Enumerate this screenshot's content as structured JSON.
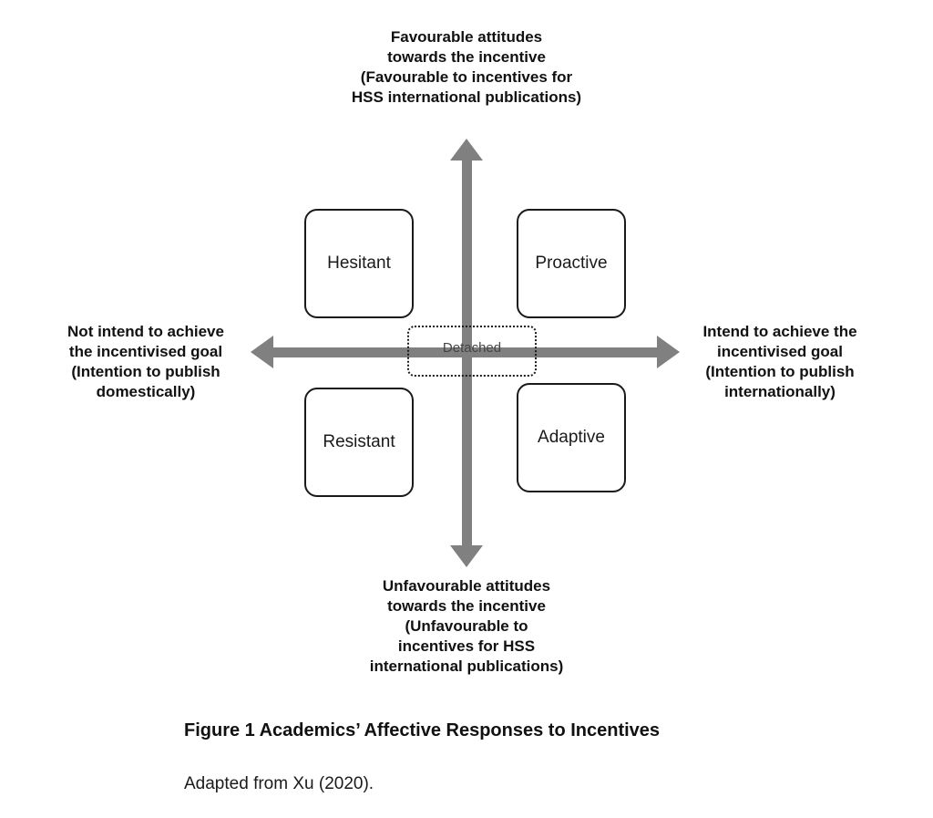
{
  "diagram": {
    "top_label": "Favourable attitudes\ntowards the incentive\n(Favourable to incentives for\nHSS international publications)",
    "bottom_label": "Unfavourable attitudes\ntowards the incentive\n(Unfavourable to\nincentives for HSS\ninternational publications)",
    "left_label": "Not intend to achieve\nthe incentivised goal\n(Intention to publish\ndomestically)",
    "right_label": "Intend to achieve the\nincentivised goal\n(Intention to publish\ninternationally)",
    "quadrants": {
      "top_left": "Hesitant",
      "top_right": "Proactive",
      "bottom_left": "Resistant",
      "bottom_right": "Adaptive"
    },
    "center": "Detached",
    "arrow_color": "#808080"
  },
  "caption": "Figure 1 Academics’ Affective Responses to Incentives",
  "source": "Adapted from Xu (2020)."
}
